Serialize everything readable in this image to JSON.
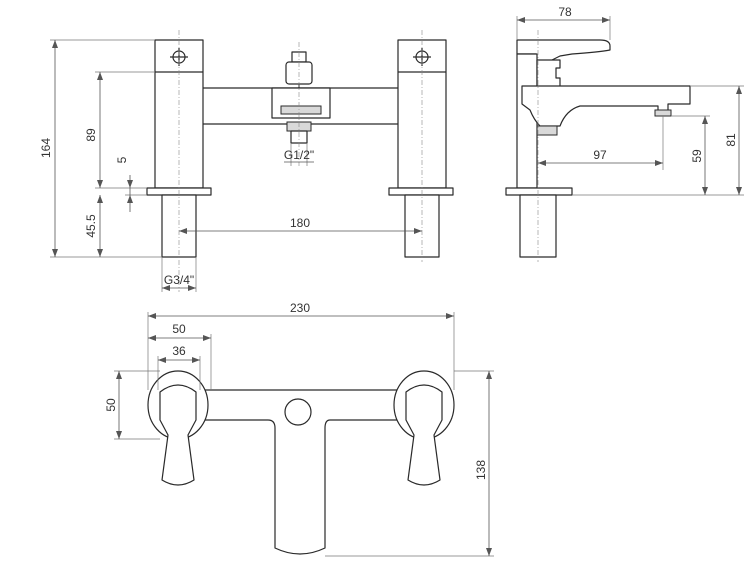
{
  "dimensions": {
    "overall_height": "164",
    "body_height": "89",
    "deck_plate_thickness": "5",
    "shank_length": "45.5",
    "inlet_thread": "G3/4\"",
    "outlet_thread": "G1/2\"",
    "inlet_centers": "180",
    "depth": "78",
    "spout_reach": "97",
    "spout_outlet_height": "59",
    "spout_top_height": "81",
    "overall_width": "230",
    "handle_base_width": "50",
    "handle_width": "36",
    "handle_depth": "50",
    "overall_depth": "138"
  }
}
